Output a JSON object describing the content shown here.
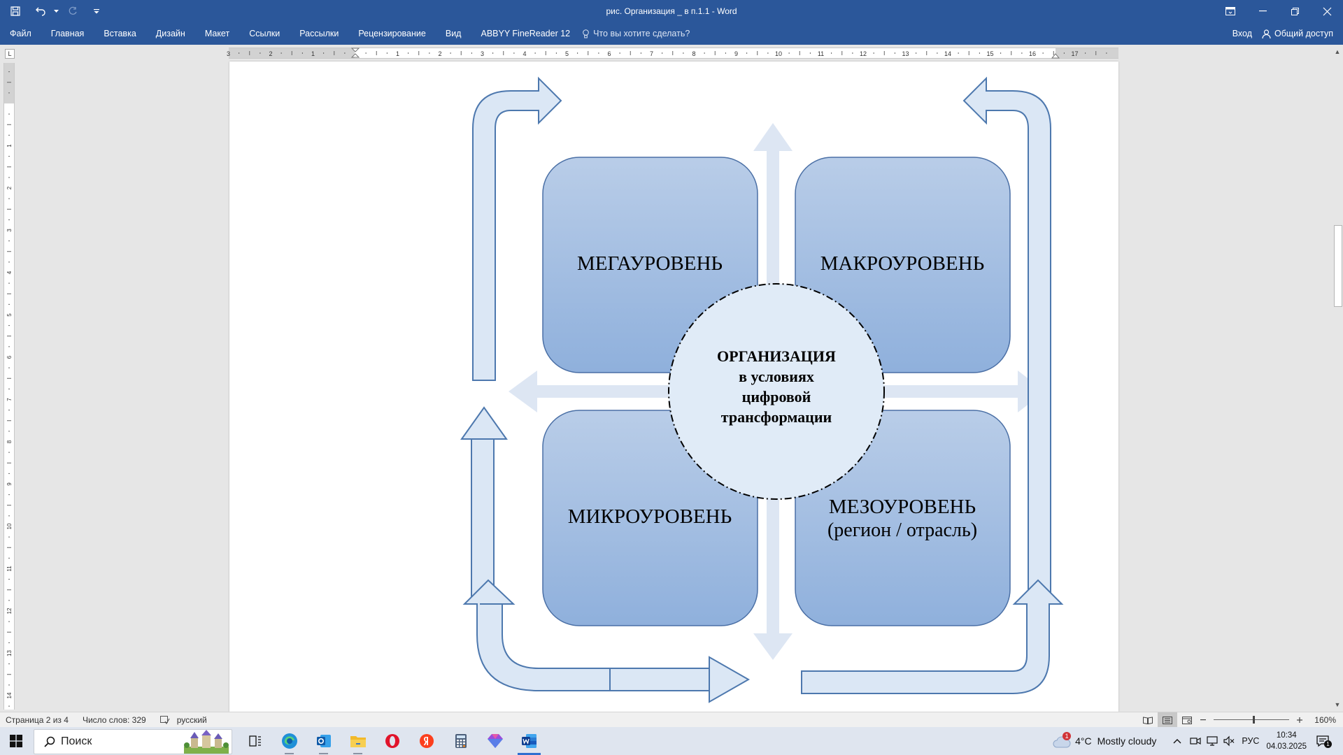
{
  "window": {
    "title": "рис. Организация _ в п.1.1 - Word"
  },
  "menu": {
    "tabs": [
      "Файл",
      "Главная",
      "Вставка",
      "Дизайн",
      "Макет",
      "Ссылки",
      "Рассылки",
      "Рецензирование",
      "Вид",
      "ABBYY FineReader 12"
    ],
    "tell_me_placeholder": "Что вы хотите сделать?",
    "signin": "Вход",
    "share": "Общий доступ"
  },
  "ruler": {
    "tab_selector": "L",
    "h_labels": [
      "3",
      "2",
      "1",
      "1",
      "2",
      "3",
      "4",
      "5",
      "6",
      "7",
      "8",
      "9",
      "10",
      "11",
      "12",
      "13",
      "14",
      "15",
      "16",
      "17"
    ],
    "v_labels": [
      "1",
      "2",
      "3",
      "4",
      "5",
      "6",
      "7",
      "8",
      "9",
      "10",
      "11",
      "12",
      "13",
      "14"
    ]
  },
  "diagram": {
    "boxes": [
      {
        "label": "МЕГАУРОВЕНЬ"
      },
      {
        "label": "МАКРОУРОВЕНЬ"
      },
      {
        "label": "МИКРОУРОВЕНЬ"
      },
      {
        "label": "МЕЗОУРОВЕНЬ",
        "sublabel": "(регион / отрасль)"
      }
    ],
    "center_lines": [
      "ОРГАНИЗАЦИЯ",
      "в условиях",
      "цифровой",
      "трансформации"
    ],
    "colors": {
      "box_top": "#b9cde8",
      "box_bottom": "#8fb0dc",
      "box_stroke": "#4a6fa5",
      "arrow_fill": "#dbe7f5",
      "arrow_stroke": "#4d78ae",
      "cross_arrow_fill": "#dde6f3",
      "circle_fill": "#e0ebf7"
    }
  },
  "status": {
    "page": "Страница 2 из 4",
    "words": "Число слов: 329",
    "language": "русский",
    "zoom": "160%"
  },
  "taskbar": {
    "search_placeholder": "Поиск",
    "weather_temp": "4°C",
    "weather_desc": "Mostly cloudy",
    "weather_badge": "1",
    "language": "РУС",
    "time": "10:34",
    "date": "04.03.2025",
    "notification_count": "1",
    "accent": "#2b579a"
  }
}
